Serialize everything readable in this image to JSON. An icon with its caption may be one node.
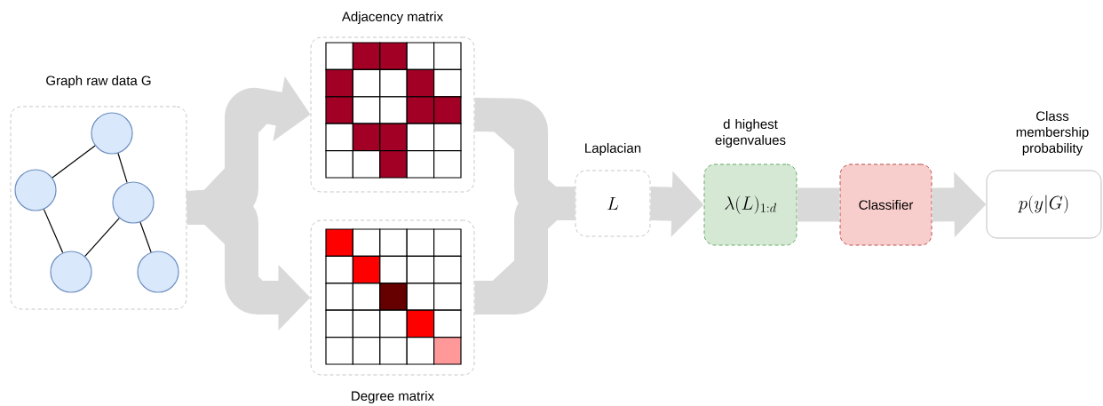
{
  "diagram": {
    "nodes": [
      {
        "text": [
          "Graph raw data G"
        ]
      },
      {
        "text": [],
        "shape": "circle",
        "in": 0
      },
      {
        "text": [],
        "shape": "circle",
        "in": 0
      },
      {
        "text": [],
        "shape": "circle",
        "in": 0
      },
      {
        "text": [],
        "shape": "circle",
        "in": 0
      },
      {
        "text": [],
        "shape": "circle",
        "in": 0
      },
      {
        "text": [
          "Adjacency matrix"
        ]
      },
      {
        "text": [
          "Degree matrix"
        ]
      },
      {
        "text": [
          "Laplacian",
          "L"
        ]
      },
      {
        "text": [
          "d highest eigenvalues",
          "\\lambda(L)_{1:d}"
        ]
      },
      {
        "text": [
          "Classifier"
        ]
      },
      {
        "text": [
          "Class membership probability",
          "p(y|G)"
        ]
      }
    ],
    "edges": [
      {
        "from": 1,
        "to": 2,
        "arrow": "none",
        "color": "#000000"
      },
      {
        "from": 1,
        "to": 3,
        "arrow": "none",
        "color": "#000000"
      },
      {
        "from": 2,
        "to": 4,
        "arrow": "none",
        "color": "#000000"
      },
      {
        "from": 3,
        "to": 4,
        "arrow": "none",
        "color": "#000000"
      },
      {
        "from": 3,
        "to": 5,
        "arrow": "none",
        "color": "#000000"
      },
      {
        "from": 0,
        "to": 6,
        "arrow": "to"
      },
      {
        "from": 0,
        "to": 7,
        "arrow": "to"
      },
      {
        "from": 6,
        "to": 8,
        "arrow": "none"
      },
      {
        "from": 7,
        "to": 8,
        "arrow": "none"
      },
      {
        "from": 8,
        "to": 9,
        "arrow": "to"
      },
      {
        "from": 9,
        "to": 10,
        "arrow": "none"
      },
      {
        "from": 10,
        "to": 11,
        "arrow": "to"
      }
    ]
  }
}
